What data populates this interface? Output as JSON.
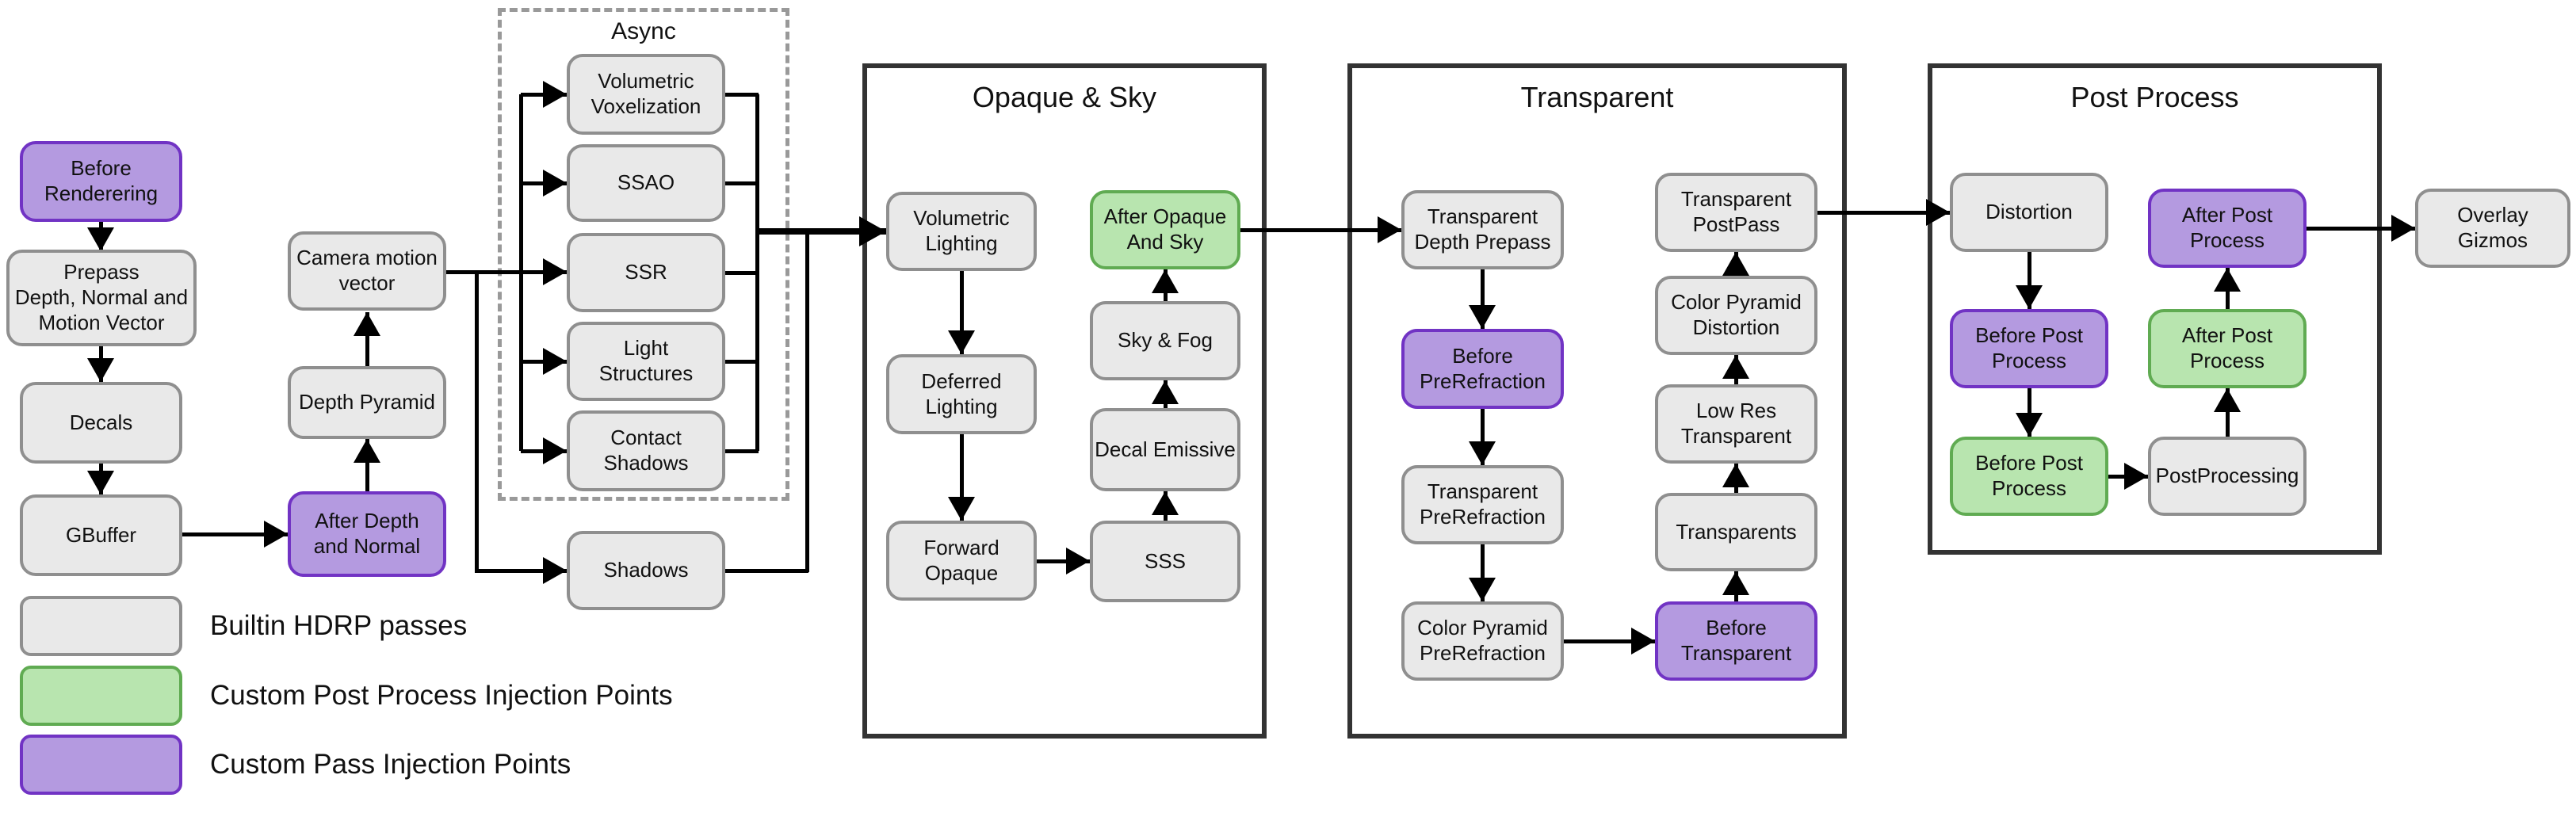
{
  "diagram": {
    "kind": "HDRP frame rendering pipeline flowchart",
    "async_group": {
      "label": "Async"
    },
    "sections": {
      "opaque_sky": {
        "title": "Opaque & Sky"
      },
      "transparent": {
        "title": "Transparent"
      },
      "post_process": {
        "title": "Post Process"
      }
    },
    "nodes": {
      "before_rendering": {
        "label": "Before\nRenderering",
        "type": "custom_pass"
      },
      "prepass": {
        "label": "Prepass\nDepth, Normal and\nMotion Vector",
        "type": "builtin"
      },
      "decals": {
        "label": "Decals",
        "type": "builtin"
      },
      "gbuffer": {
        "label": "GBuffer",
        "type": "builtin"
      },
      "camera_motion_vector": {
        "label": "Camera motion\nvector",
        "type": "builtin"
      },
      "depth_pyramid": {
        "label": "Depth Pyramid",
        "type": "builtin"
      },
      "after_depth_normal": {
        "label": "After Depth\nand Normal",
        "type": "custom_pass"
      },
      "volumetric_voxelization": {
        "label": "Volumetric\nVoxelization",
        "type": "builtin"
      },
      "ssao": {
        "label": "SSAO",
        "type": "builtin"
      },
      "ssr": {
        "label": "SSR",
        "type": "builtin"
      },
      "light_structures": {
        "label": "Light\nStructures",
        "type": "builtin"
      },
      "contact_shadows": {
        "label": "Contact\nShadows",
        "type": "builtin"
      },
      "shadows": {
        "label": "Shadows",
        "type": "builtin"
      },
      "volumetric_lighting": {
        "label": "Volumetric\nLighting",
        "type": "builtin"
      },
      "deferred_lighting": {
        "label": "Deferred\nLighting",
        "type": "builtin"
      },
      "forward_opaque": {
        "label": "Forward\nOpaque",
        "type": "builtin"
      },
      "sss": {
        "label": "SSS",
        "type": "builtin"
      },
      "decal_emissive": {
        "label": "Decal Emissive",
        "type": "builtin"
      },
      "sky_fog": {
        "label": "Sky & Fog",
        "type": "builtin"
      },
      "after_opaque_and_sky": {
        "label": "After Opaque\nAnd Sky",
        "type": "custom_postprocess"
      },
      "transparent_depth_prepass": {
        "label": "Transparent\nDepth Prepass",
        "type": "builtin"
      },
      "before_prerefraction": {
        "label": "Before\nPreRefraction",
        "type": "custom_pass"
      },
      "transparent_prerefraction": {
        "label": "Transparent\nPreRefraction",
        "type": "builtin"
      },
      "color_pyramid_prerefraction": {
        "label": "Color Pyramid\nPreRefraction",
        "type": "builtin"
      },
      "before_transparent": {
        "label": "Before\nTransparent",
        "type": "custom_pass"
      },
      "transparents": {
        "label": "Transparents",
        "type": "builtin"
      },
      "low_res_transparent": {
        "label": "Low Res\nTransparent",
        "type": "builtin"
      },
      "color_pyramid_distortion": {
        "label": "Color Pyramid\nDistortion",
        "type": "builtin"
      },
      "transparent_postpass": {
        "label": "Transparent\nPostPass",
        "type": "builtin"
      },
      "distortion": {
        "label": "Distortion",
        "type": "builtin"
      },
      "before_post_process_pass": {
        "label": "Before Post\nProcess",
        "type": "custom_pass"
      },
      "before_post_process_post": {
        "label": "Before Post\nProcess",
        "type": "custom_postprocess"
      },
      "postprocessing": {
        "label": "PostProcessing",
        "type": "builtin"
      },
      "after_post_process_post": {
        "label": "After Post\nProcess",
        "type": "custom_postprocess"
      },
      "after_post_process_pass": {
        "label": "After Post\nProcess",
        "type": "custom_pass"
      },
      "overlay_gizmos": {
        "label": "Overlay\nGizmos",
        "type": "builtin"
      }
    },
    "edges": [
      {
        "from": "before_rendering",
        "to": "prepass"
      },
      {
        "from": "prepass",
        "to": "decals"
      },
      {
        "from": "decals",
        "to": "gbuffer"
      },
      {
        "from": "gbuffer",
        "to": "after_depth_normal"
      },
      {
        "from": "after_depth_normal",
        "to": "depth_pyramid"
      },
      {
        "from": "depth_pyramid",
        "to": "camera_motion_vector"
      },
      {
        "from": "camera_motion_vector",
        "to": "volumetric_voxelization"
      },
      {
        "from": "camera_motion_vector",
        "to": "ssao"
      },
      {
        "from": "camera_motion_vector",
        "to": "ssr"
      },
      {
        "from": "camera_motion_vector",
        "to": "light_structures"
      },
      {
        "from": "camera_motion_vector",
        "to": "contact_shadows"
      },
      {
        "from": "camera_motion_vector",
        "to": "shadows"
      },
      {
        "from": "volumetric_voxelization",
        "to": "volumetric_lighting"
      },
      {
        "from": "ssao",
        "to": "volumetric_lighting"
      },
      {
        "from": "ssr",
        "to": "volumetric_lighting"
      },
      {
        "from": "light_structures",
        "to": "volumetric_lighting"
      },
      {
        "from": "contact_shadows",
        "to": "volumetric_lighting"
      },
      {
        "from": "shadows",
        "to": "volumetric_lighting"
      },
      {
        "from": "volumetric_lighting",
        "to": "deferred_lighting"
      },
      {
        "from": "deferred_lighting",
        "to": "forward_opaque"
      },
      {
        "from": "forward_opaque",
        "to": "sss"
      },
      {
        "from": "sss",
        "to": "decal_emissive"
      },
      {
        "from": "decal_emissive",
        "to": "sky_fog"
      },
      {
        "from": "sky_fog",
        "to": "after_opaque_and_sky"
      },
      {
        "from": "after_opaque_and_sky",
        "to": "transparent_depth_prepass"
      },
      {
        "from": "transparent_depth_prepass",
        "to": "before_prerefraction"
      },
      {
        "from": "before_prerefraction",
        "to": "transparent_prerefraction"
      },
      {
        "from": "transparent_prerefraction",
        "to": "color_pyramid_prerefraction"
      },
      {
        "from": "color_pyramid_prerefraction",
        "to": "before_transparent"
      },
      {
        "from": "before_transparent",
        "to": "transparents"
      },
      {
        "from": "transparents",
        "to": "low_res_transparent"
      },
      {
        "from": "low_res_transparent",
        "to": "color_pyramid_distortion"
      },
      {
        "from": "color_pyramid_distortion",
        "to": "transparent_postpass"
      },
      {
        "from": "transparent_postpass",
        "to": "distortion"
      },
      {
        "from": "distortion",
        "to": "before_post_process_pass"
      },
      {
        "from": "before_post_process_pass",
        "to": "before_post_process_post"
      },
      {
        "from": "before_post_process_post",
        "to": "postprocessing"
      },
      {
        "from": "postprocessing",
        "to": "after_post_process_post"
      },
      {
        "from": "after_post_process_post",
        "to": "after_post_process_pass"
      },
      {
        "from": "after_post_process_pass",
        "to": "overlay_gizmos"
      }
    ],
    "legend": {
      "items": [
        {
          "label": "Builtin HDRP passes",
          "fill": "#e9e9e9",
          "border": "#8f8f8f"
        },
        {
          "label": "Custom Post Process Injection Points",
          "fill": "#b8e5af",
          "border": "#60ab52"
        },
        {
          "label": "Custom Pass Injection Points",
          "fill": "#b49ae0",
          "border": "#7133c4"
        }
      ]
    },
    "palette": {
      "builtin_fill": "#e9e9e9",
      "builtin_border": "#8f8f8f",
      "custom_pass_fill": "#b49ae0",
      "custom_pass_border": "#7133c4",
      "custom_postprocess_fill": "#b8e5af",
      "custom_postprocess_border": "#60ab52",
      "line_color": "#000000",
      "frame_border": "#333333",
      "async_border": "#999999"
    }
  }
}
